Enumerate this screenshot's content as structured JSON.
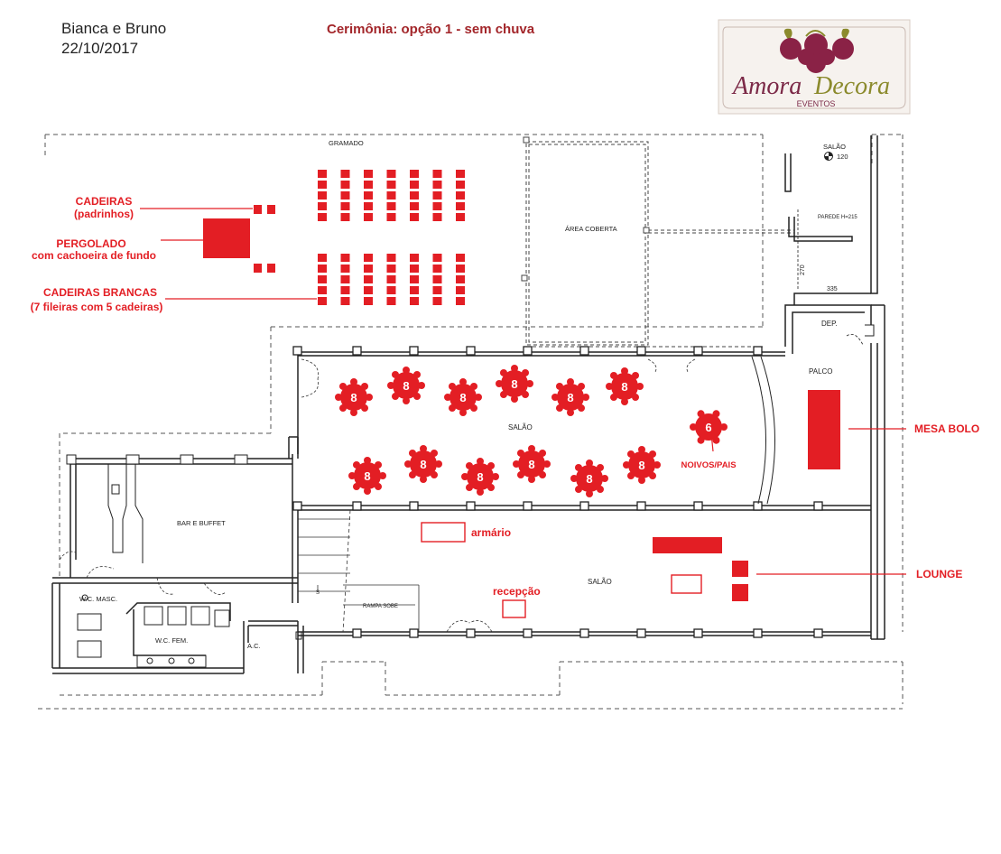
{
  "header": {
    "client": "Bianca e Bruno",
    "date": "22/10/2017",
    "title": "Cerimônia: opção 1 - sem chuva"
  },
  "logo": {
    "brand1": "Amora",
    "brand2": "Decora",
    "sub": "EVENTOS"
  },
  "colors": {
    "accent": "#e31e24",
    "title": "#a3262a",
    "wall": "#222222",
    "logo_green": "#8b8a2c",
    "logo_berry": "#8a2246"
  },
  "rooms": {
    "gramado": "GRAMADO",
    "area_coberta": "ÁREA COBERTA",
    "salao_top": "SALÃO",
    "salao_top_num": "120",
    "parede": "PAREDE H=215",
    "dim_270": "270",
    "dim_335": "335",
    "dep": "DEP.",
    "palco": "PALCO",
    "salao_main": "SALÃO",
    "salao_lower": "SALÃO",
    "bar": "BAR E BUFFET",
    "wc_masc": "W.C. MASC.",
    "wc_fem": "W.C. FEM.",
    "ac": "A.C.",
    "rampa": "RAMPA SOBE",
    "step": "S"
  },
  "callouts": {
    "cadeiras1": "CADEIRAS",
    "cadeiras2": "(padrinhos)",
    "pergolado1": "PERGOLADO",
    "pergolado2": "com cachoeira de fundo",
    "brancas1": "CADEIRAS BRANCAS",
    "brancas2": "(7 fileiras com 5 cadeiras)",
    "mesa_bolo": "MESA BOLO",
    "lounge": "LOUNGE",
    "noivos": "NOIVOS/PAIS",
    "armario": "armário",
    "recepcao": "recepção"
  },
  "tables": [
    {
      "label": "8",
      "seats": 8
    },
    {
      "label": "8",
      "seats": 8
    },
    {
      "label": "8",
      "seats": 8
    },
    {
      "label": "8",
      "seats": 8
    },
    {
      "label": "8",
      "seats": 8
    },
    {
      "label": "8",
      "seats": 8
    },
    {
      "label": "8",
      "seats": 8
    },
    {
      "label": "8",
      "seats": 8
    },
    {
      "label": "8",
      "seats": 8
    },
    {
      "label": "8",
      "seats": 8
    },
    {
      "label": "8",
      "seats": 8
    },
    {
      "label": "8",
      "seats": 8
    },
    {
      "label": "6",
      "seats": 6
    }
  ],
  "ceremony": {
    "rows": 7,
    "chairs_per_row": 5,
    "blocks": 2
  }
}
